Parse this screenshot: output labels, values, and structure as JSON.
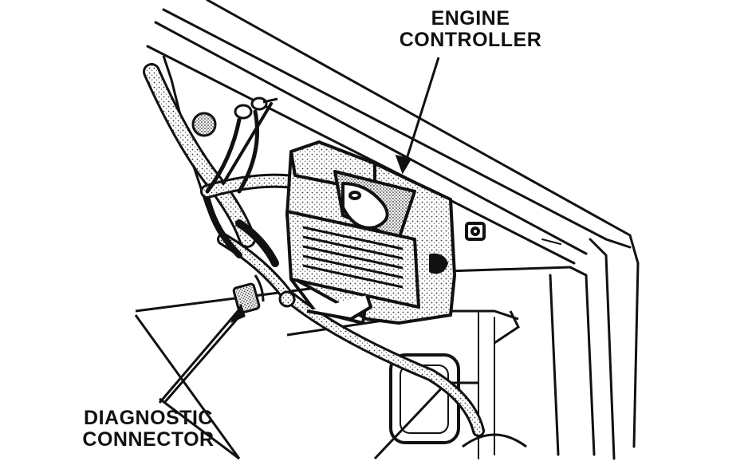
{
  "labels": {
    "engine_controller": [
      "ENGINE",
      "CONTROLLER"
    ],
    "diagnostic_connector": [
      "DIAGNOSTIC",
      "CONNECTOR"
    ]
  },
  "colors": {
    "ink": "#111111",
    "paper": "#ffffff",
    "stipple": "#8a8a8a"
  }
}
